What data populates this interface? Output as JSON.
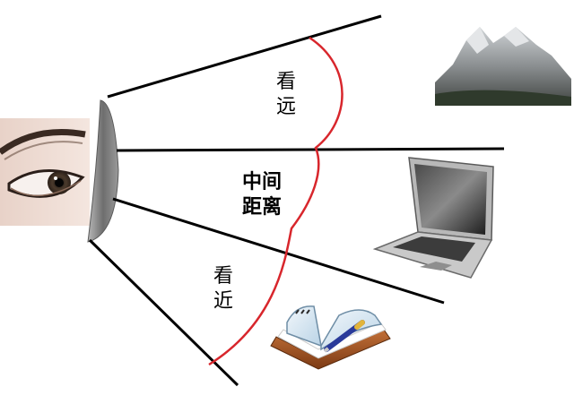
{
  "labels": {
    "far": [
      "看",
      "远"
    ],
    "middle": [
      "中间",
      "距离"
    ],
    "near": [
      "看",
      "近"
    ]
  },
  "icons": [
    "eye-icon",
    "lens-icon",
    "mountain-icon",
    "laptop-icon",
    "book-icon",
    "pen-icon"
  ],
  "colors": {
    "curve": "#d8262c",
    "lines": "#000000",
    "lens": "#808080"
  }
}
